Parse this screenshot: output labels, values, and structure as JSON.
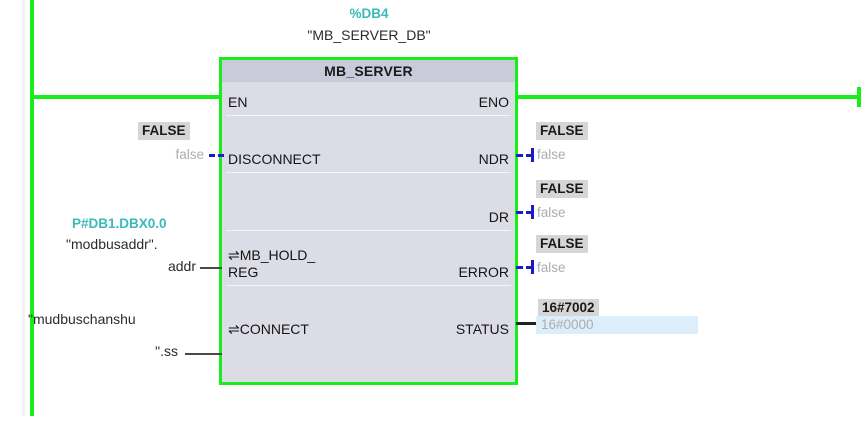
{
  "editor": {
    "type": "ladder-function-block",
    "instance_address": "%DB4",
    "instance_name": "\"MB_SERVER_DB\"",
    "block_name": "MB_SERVER"
  },
  "colors": {
    "rail": "#1aee1a",
    "block_body": "#dcdce6",
    "block_title_bar": "#c9cbda",
    "address_text": "#3cb9b9",
    "monitor_value": "#adadad",
    "badge_background": "#d6d6d6",
    "selection_highlight": "#ddeefb",
    "dashed_connector": "#1a1acd"
  },
  "inputs": [
    {
      "pin": "EN",
      "operand_address": "",
      "operand_name": "",
      "tooltip_value": "",
      "monitor_value": "",
      "connector": "rung"
    },
    {
      "pin": "DISCONNECT",
      "operand_address": "",
      "operand_name": "false",
      "tooltip_value": "FALSE",
      "monitor_value": "false",
      "connector": "dashed"
    },
    {
      "pin_line1": "⇌MB_HOLD_",
      "pin_line2": "REG",
      "pin": "MB_HOLD_REG",
      "operand_address": "P#DB1.DBX0.0",
      "operand_name_line1": "\"modbusaddr\".",
      "operand_name_line2": "addr",
      "tooltip_value": "",
      "monitor_value": "",
      "connector": "solid"
    },
    {
      "pin": "⇌CONNECT",
      "operand_address": "",
      "operand_name_line1": "\"mudbuschanshu",
      "operand_name_line2": "\".ss",
      "tooltip_value": "",
      "monitor_value": "",
      "connector": "solid"
    }
  ],
  "outputs": [
    {
      "pin": "ENO",
      "tooltip_value": "",
      "monitor_value": "",
      "connector": "rung"
    },
    {
      "pin": "NDR",
      "tooltip_value": "FALSE",
      "monitor_value": "false",
      "connector": "dashed-arrow"
    },
    {
      "pin": "DR",
      "tooltip_value": "FALSE",
      "monitor_value": "false",
      "connector": "dashed-arrow"
    },
    {
      "pin": "ERROR",
      "tooltip_value": "FALSE",
      "monitor_value": "false",
      "connector": "dashed-arrow"
    },
    {
      "pin": "STATUS",
      "tooltip_value": "16#7002",
      "monitor_value": "16#0000",
      "connector": "solid",
      "selected": true
    }
  ]
}
